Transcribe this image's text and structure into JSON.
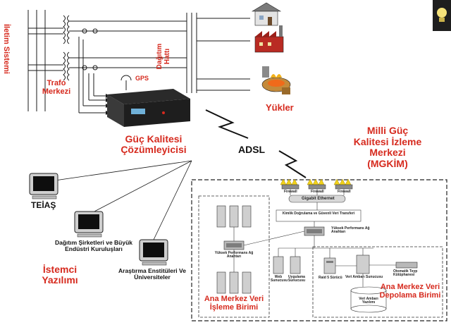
{
  "labels": {
    "transmission_system": "İletim Sistemi",
    "substation": "Trafo Merkezi",
    "distribution_line": "Dağıtım Hattı",
    "loads": "Yükler",
    "gps": "GPS",
    "pq_analyzer": "Güç Kalitesi Çözümleyicisi",
    "adsl": "ADSL",
    "national_center": "Milli Güç Kalitesi İzleme Merkezi (MGKİM)",
    "teias": "TEİAŞ",
    "distribution_companies": "Dağıtım Şirketleri ve Büyük Endüstri Kuruluşları",
    "research_institutes": "Araştırma Enstitüleri Ve Üniversiteler",
    "client_software": "İstemci Yazılımı",
    "data_processing_unit": "Ana Merkez Veri İşleme Birimi",
    "data_storage_unit": "Ana Merkez Veri Depolama Birimi"
  },
  "network": {
    "firewall": "Firewall",
    "gigabit_ethernet": "Gigabit Ethernet",
    "auth_transfer": "Kimlik Doğrulama ve Güvenli Veri Transferi",
    "hp_switch_right": "Yüksek Performans Ağ Anahtarı",
    "hp_switch_left": "Yüksek Performans Ağ Anahtarı",
    "web_server": "Web Sunucusu",
    "app_server": "Uygulama Sunucusu",
    "raid_driver": "Raid 5 Sürücü",
    "storage_server": "Veri Ambarı Sunucusu",
    "tape_library": "Otomatik Teyp Kütüphanesi",
    "data_warehouse": "Veri Ambarı Yazılımı"
  },
  "colors": {
    "accent_red": "#d62a1e",
    "line": "#1a1a1a",
    "firewall_yellow": "#f2d21b"
  }
}
